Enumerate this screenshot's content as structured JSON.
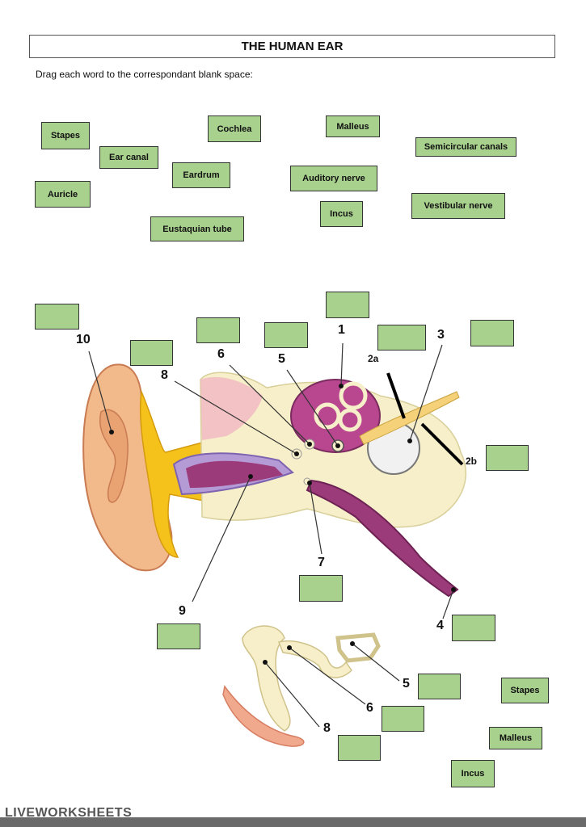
{
  "title": "THE HUMAN EAR",
  "instruction": "Drag each word to the correspondant blank space:",
  "word_bank": [
    "Stapes",
    "Cochlea",
    "Malleus",
    "Semicircular canals",
    "Ear canal",
    "Eardrum",
    "Auditory nerve",
    "Auricle",
    "Vestibular nerve",
    "Incus",
    "Eustaquian tube"
  ],
  "ossicle_words": [
    "Stapes",
    "Malleus",
    "Incus"
  ],
  "diagram_labels": {
    "l1": "1",
    "l2a": "2a",
    "l2b": "2b",
    "l3": "3",
    "l4": "4",
    "l5": "5",
    "l6": "6",
    "l7": "7",
    "l8": "8",
    "l9": "9",
    "l10": "10",
    "o5": "5",
    "o6": "6",
    "o8": "8"
  },
  "footer": "LIVEWORKSHEETS",
  "colors": {
    "word_fill": "#a9d18e",
    "skin": "#f2b98a",
    "canal_purple": "#9c3b7a",
    "bone": "#f6efc9",
    "cartilage": "#f5c11b"
  }
}
